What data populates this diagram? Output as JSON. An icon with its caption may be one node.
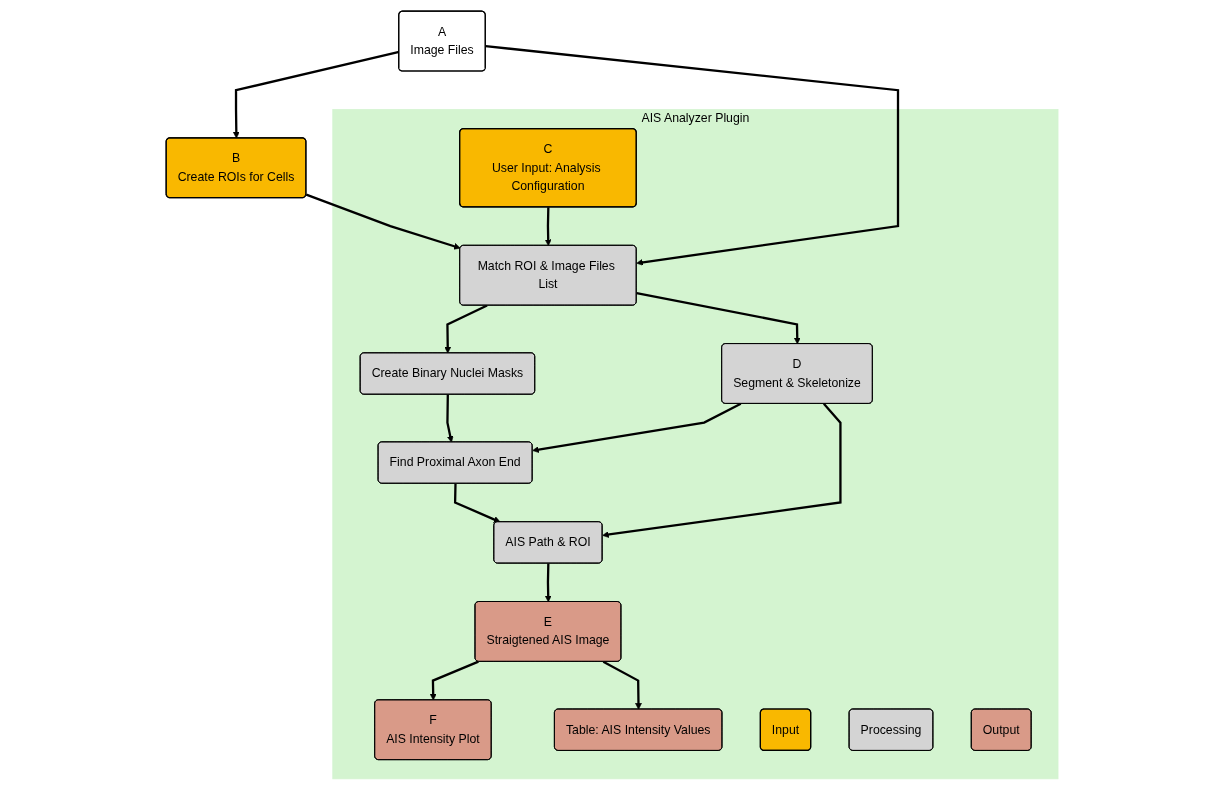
{
  "diagram": {
    "nodes": [
      {
        "text": [
          "A",
          "Image Files"
        ]
      },
      {
        "text": [
          "B",
          "Create ROIs for Cells"
        ]
      },
      {
        "text": [
          "AIS Analyzer Plugin"
        ]
      },
      {
        "text": [
          "C",
          "User Input: Analysis Configuration"
        ],
        "in": 2
      },
      {
        "text": [
          "Match ROI & Image Files List"
        ],
        "in": 2
      },
      {
        "text": [
          "Create Binary Nuclei Masks"
        ],
        "in": 2
      },
      {
        "text": [
          "D",
          "Segment & Skeletonize"
        ],
        "in": 2
      },
      {
        "text": [
          "Find Proximal Axon End"
        ],
        "in": 2
      },
      {
        "text": [
          "AIS Path & ROI"
        ],
        "in": 2
      },
      {
        "text": [
          "E",
          "Straigtened AIS Image"
        ],
        "in": 2
      },
      {
        "text": [
          "F",
          "AIS Intensity Plot"
        ],
        "in": 2
      },
      {
        "text": [
          "Table: AIS Intensity Values"
        ],
        "in": 2
      },
      {
        "text": [
          "Input"
        ],
        "in": 2
      },
      {
        "text": [
          "Processing"
        ],
        "in": 2
      },
      {
        "text": [
          "Output"
        ],
        "in": 2
      }
    ],
    "edges": [
      {
        "from": 0,
        "to": 1,
        "arrow": "to"
      },
      {
        "from": 0,
        "to": 4,
        "arrow": "to"
      },
      {
        "from": 1,
        "to": 4,
        "arrow": "to"
      },
      {
        "from": 3,
        "to": 4,
        "arrow": "to"
      },
      {
        "from": 4,
        "to": 5,
        "arrow": "to"
      },
      {
        "from": 4,
        "to": 6,
        "arrow": "to"
      },
      {
        "from": 5,
        "to": 7,
        "arrow": "to"
      },
      {
        "from": 6,
        "to": 7,
        "arrow": "to"
      },
      {
        "from": 6,
        "to": 8,
        "arrow": "to"
      },
      {
        "from": 7,
        "to": 8,
        "arrow": "to"
      },
      {
        "from": 8,
        "to": 9,
        "arrow": "to"
      },
      {
        "from": 9,
        "to": 10,
        "arrow": "to"
      },
      {
        "from": 9,
        "to": 11,
        "arrow": "to"
      }
    ]
  }
}
